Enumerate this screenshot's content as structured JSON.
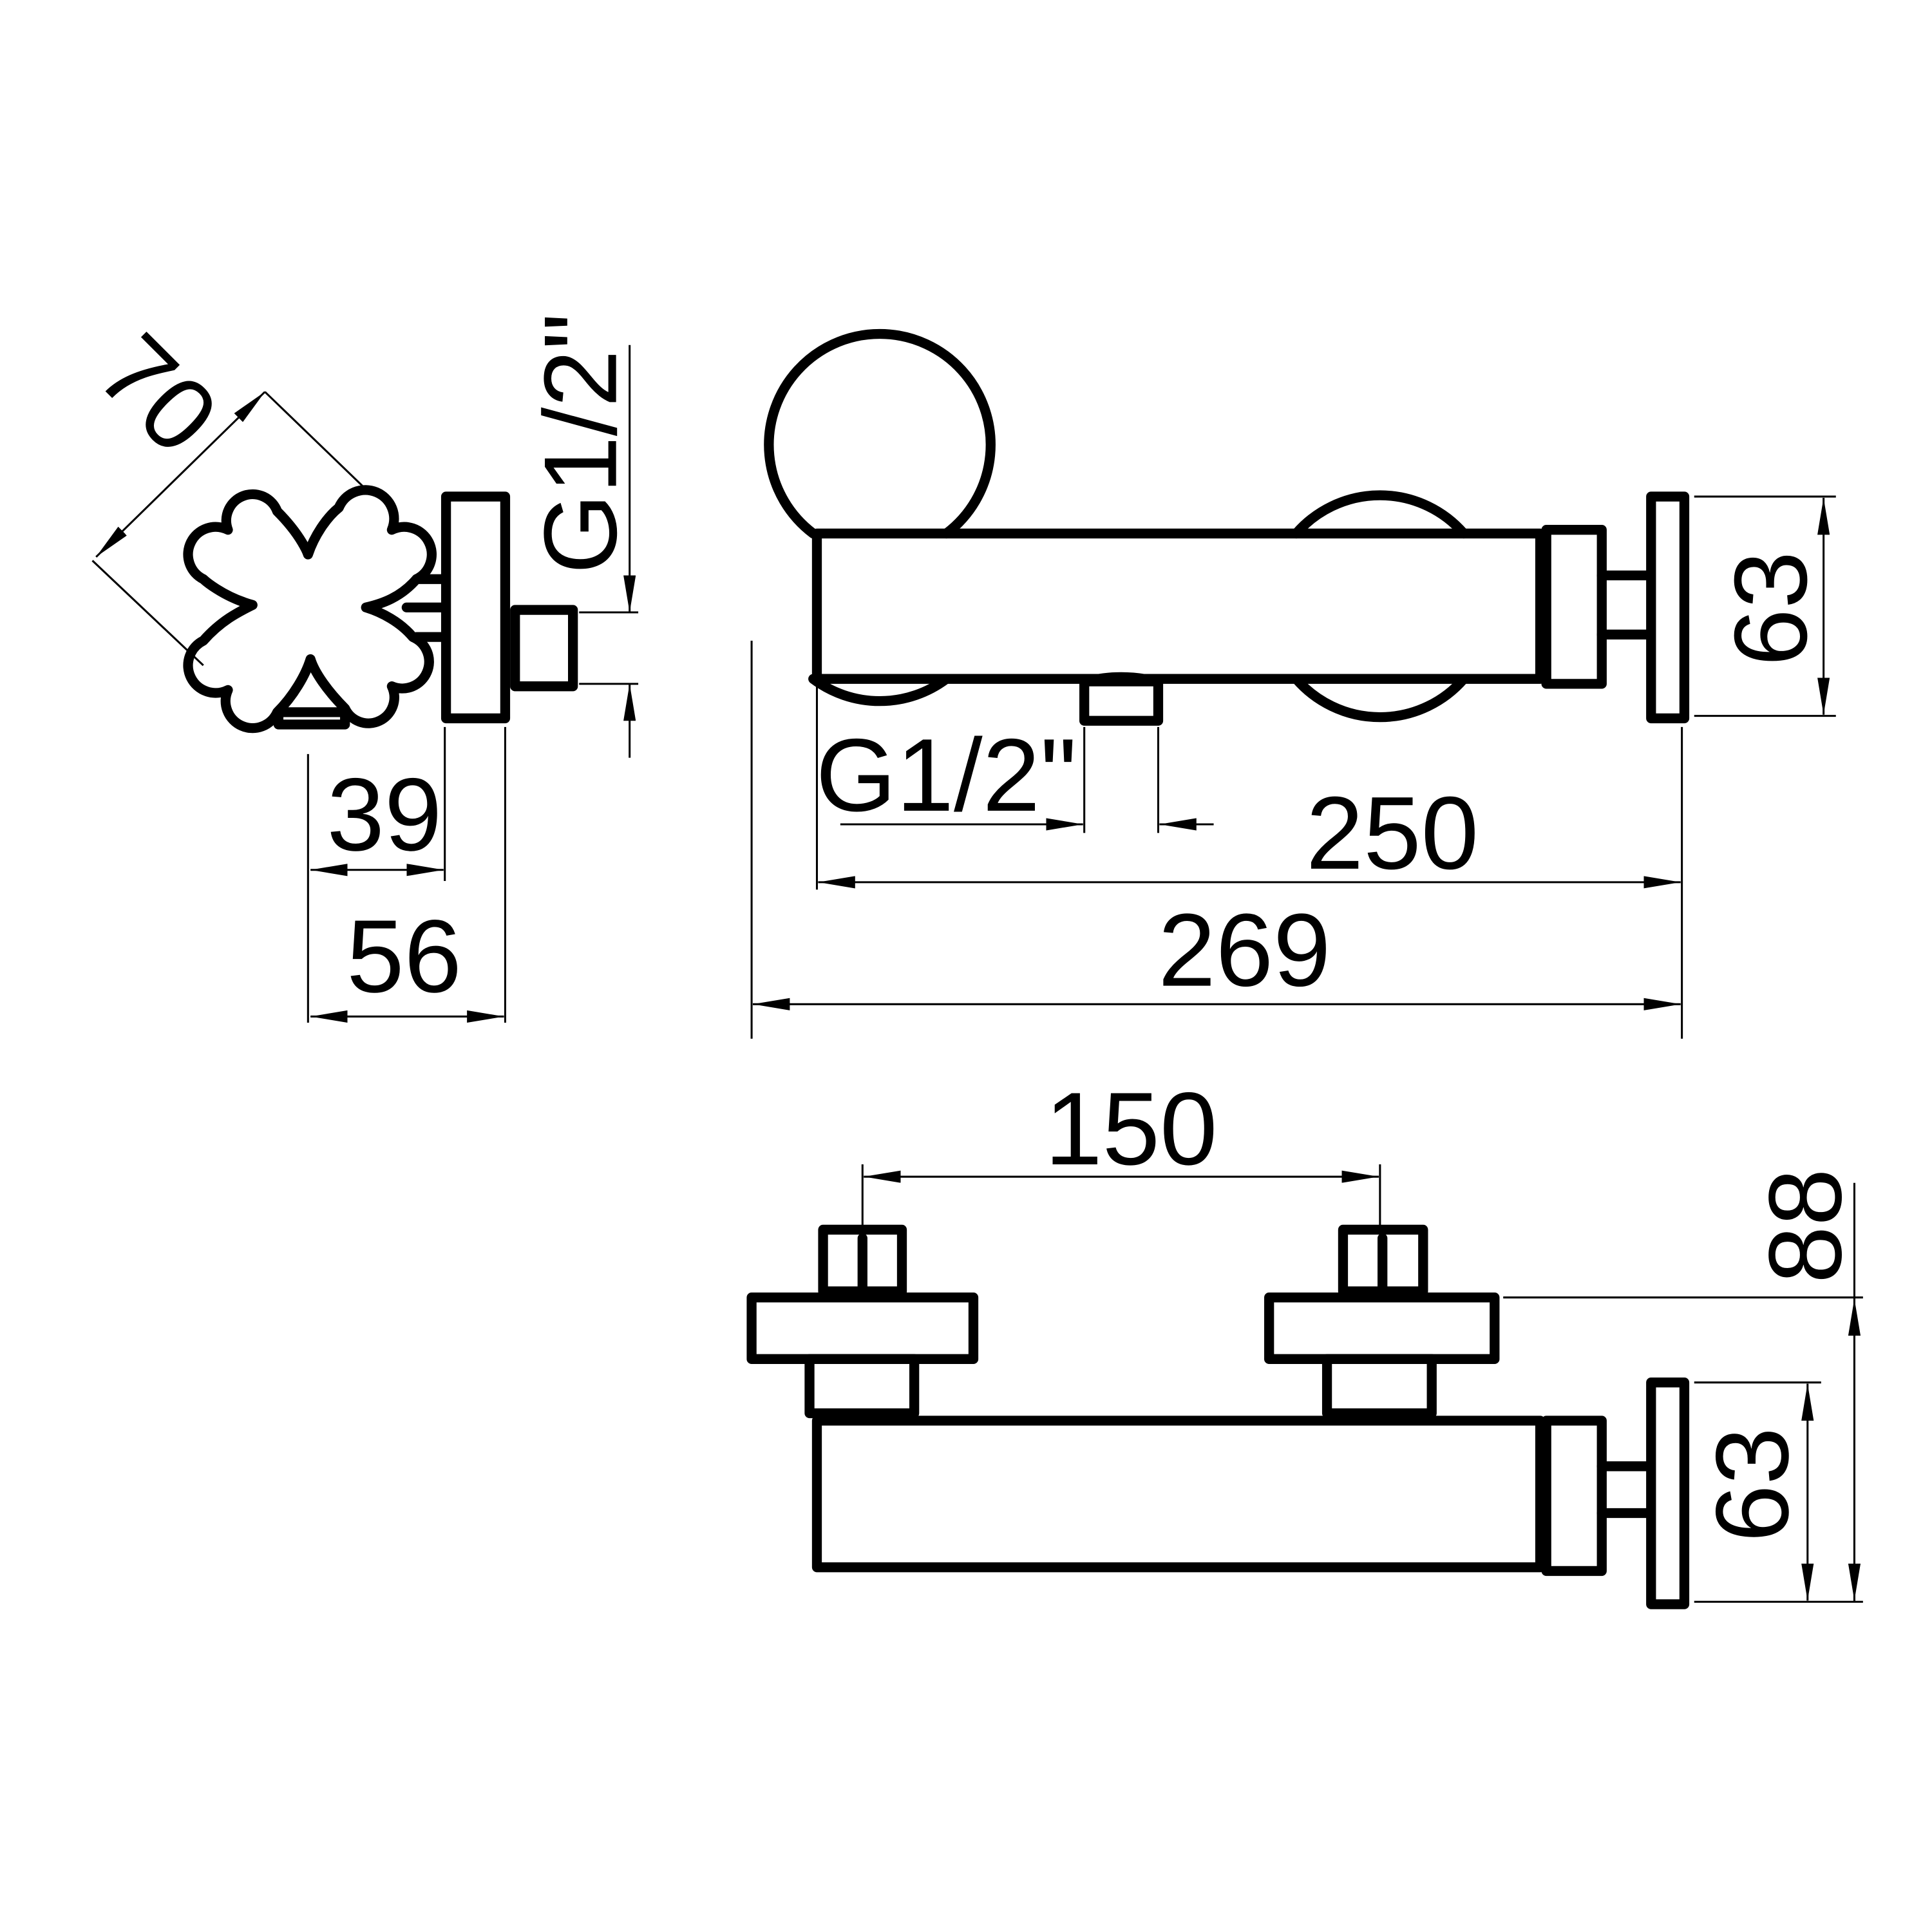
{
  "drawing": {
    "end_view": {
      "diagonal_dim": "70",
      "inlet_thread": "G1/2\"",
      "depth_dim_1": "39",
      "depth_dim_2": "56"
    },
    "front_view": {
      "outlet_thread": "G1/2\"",
      "centre_length": "250",
      "overall_length": "269",
      "knob_diameter": "63"
    },
    "top_view": {
      "inlet_spacing": "150",
      "overall_depth": "88",
      "knob_diameter": "63"
    },
    "colors": {
      "line": "#000000",
      "background": "#ffffff"
    }
  }
}
